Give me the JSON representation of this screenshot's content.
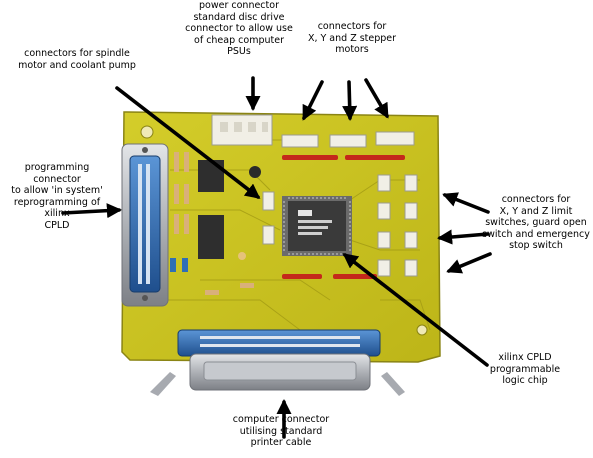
{
  "image": {
    "subject": "stepper-motor-controller-pcb",
    "colors": {
      "board": "#c9c21a",
      "board_edge": "#8a8414",
      "trace": "#9a9112",
      "chip": "#3a3a3a",
      "connector_white": "#f1efe6",
      "red_strip": "#c4281b",
      "centronics_blue": "#2f6fb5",
      "metal": "#b9bcc1",
      "arrow": "#000000"
    }
  },
  "labels": {
    "power": "power connector\nstandard disc drive\nconnector to allow use\nof cheap computer\nPSUs",
    "steppers": "connectors for\nX, Y and Z stepper\nmotors",
    "spindle": "connectors for spindle\nmotor and coolant pump",
    "programming": "programming connector\nto allow 'in system'\nreprogramming of xilinx\nCPLD",
    "limits": "connectors for\nX, Y and Z limit\nswitches, guard open\nswitch and emergency\nstop switch",
    "cpld": "xilinx CPLD\nprogrammable\nlogic chip",
    "computer": "computer connector\nutilising standard\nprinter cable"
  }
}
